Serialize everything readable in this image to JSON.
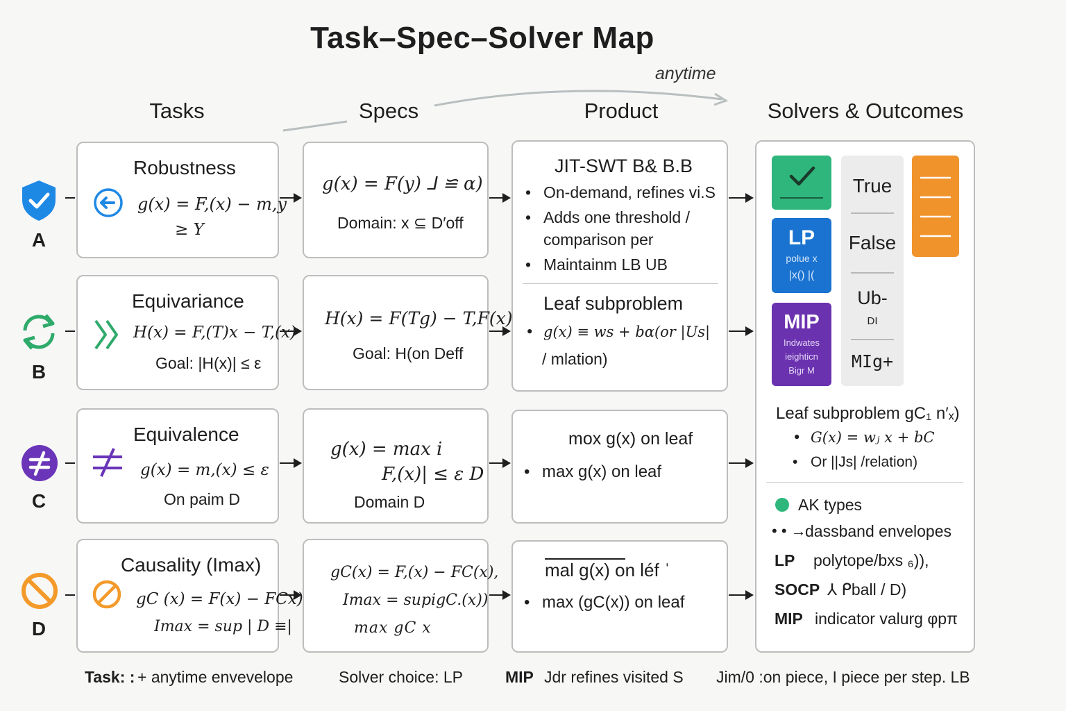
{
  "title": "Task–Spec–Solver Map",
  "anytime_label": "anytime",
  "columns": {
    "tasks": "Tasks",
    "specs": "Specs",
    "product": "Product",
    "solvers": "Solvers & Outcomes"
  },
  "rows": [
    {
      "label": "A",
      "icon": "shield-check-icon",
      "task_title": "Robustness",
      "task_icon": "arrow-circle-left-icon",
      "task_formula": "g(x) = F,(x) − m,y",
      "task_formula2": "≥ Y",
      "spec_formula": "g(x) = F(y) ⅃ ≌ α)",
      "spec_domain": "Domain: x ⊆ D′off"
    },
    {
      "label": "B",
      "icon": "cycle-arrows-icon",
      "task_title": "Equivariance",
      "task_icon": "double-chevron-icon",
      "task_formula": "H(x) = F,(T)x − T,(x)",
      "task_formula2": "Goal: |H(x)| ≤ ε",
      "spec_formula": "H(x) = F(Tg) − T,F(x)",
      "spec_domain": "Goal: H(on Deff"
    },
    {
      "label": "C",
      "icon": "not-equal-circle-icon",
      "task_title": "Equivalence",
      "task_icon": "not-equal-icon",
      "task_formula": "g(x) = m,(x) ≤ ε",
      "task_formula2": "On paim D",
      "spec_formula": "g(x) = max i",
      "spec_formula2": "F,(x)| ≤ ε D",
      "spec_domain": "Domain D"
    },
    {
      "label": "D",
      "icon": "prohibited-icon",
      "task_title": "Causality (Imax)",
      "task_icon": "prohibited-small-icon",
      "task_formula": "gC (x) = F(x) − FCx)",
      "task_formula2": "Imax = sup | D ≡|",
      "spec_formula": "gC(x) = F,(x) − FC(x),",
      "spec_formula2": "Imax = supigC.(x))",
      "spec_domain": "max  gC x"
    }
  ],
  "product": {
    "ab": {
      "title": "JIT-SWT B& B.B",
      "bullets": [
        "On-demand, refines vi.S",
        "Adds one threshold /",
        "Maintainm LB UB"
      ],
      "bullet2_cont": "comparison per",
      "leaf_title": "Leaf subproblem",
      "leaf_bullet": "g(x)  ≡ ws  + bα(or |Us|",
      "leaf_cont": "/ mlation)"
    },
    "c": {
      "title": "mox g(x) on leaf",
      "bullet": "max g(x) on leaf"
    },
    "d": {
      "title": "mal g(x) on léf ˈ",
      "bullet": "max (gC(x)) on leaf"
    }
  },
  "solvers": {
    "tiles": {
      "check_icon": "checkmark-icon",
      "lp_title": "LP",
      "lp_sub1": "polue x",
      "lp_sub2": "|x() |(",
      "mip_title": "MIP",
      "mip_sub1": "Indwates",
      "mip_sub2": "ieighticn",
      "mip_sub3": "Bigr M",
      "list_icon": "list-lines-icon"
    },
    "outcomes": [
      "True",
      "False",
      "Ub-",
      "DI",
      "MIg+"
    ],
    "leaf_title": "Leaf subproblem gC₁ n′ₓ)",
    "leaf_bullets": [
      "G(x) = wⱼ x + bC",
      "Or ||Js| /relation)"
    ],
    "legend": {
      "ak": "AK types",
      "dassband": "dassband envelopes",
      "lp_key": "LP",
      "lp_val": "polytope/bxs ₆)),",
      "socp_key": "SOCP",
      "socp_val": "⅄ ᑭball / D)",
      "mip_key": "MIP",
      "mip_val": "indicator valurg φpπ"
    }
  },
  "footer": {
    "task_key": "Task: :",
    "task_val": "+ anytime envevelope",
    "solver": "Solver choice: LP",
    "mip_key": "MIP",
    "mip_val": "Jdr refines visited S",
    "last": "Jim/0 :on piece, I piece per step. LB"
  },
  "colors": {
    "shield": "#1e88e5",
    "cycle": "#2eaa6a",
    "not_equal": "#6a35b8",
    "prohibited": "#f39a2a",
    "check_tile": "#2fb67c",
    "lp_tile": "#1a73d0",
    "mip_tile": "#6b32b0",
    "list_tile": "#f0932b"
  }
}
